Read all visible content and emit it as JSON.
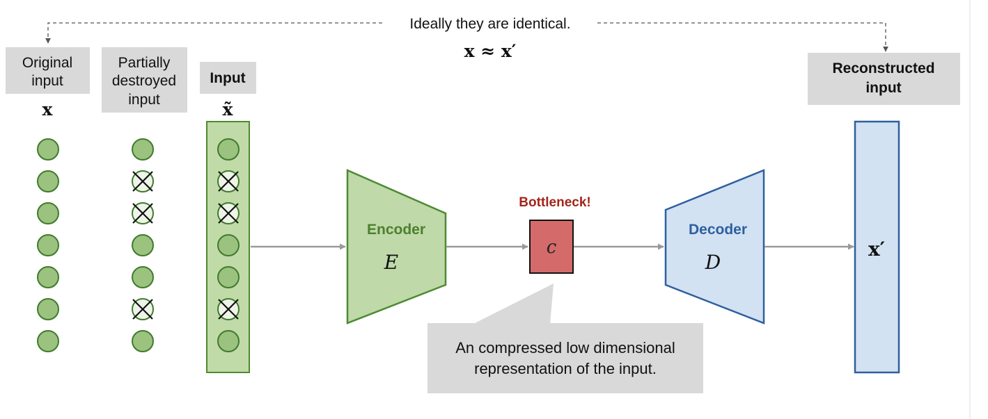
{
  "top_note": {
    "text": "Ideally they are identical.",
    "formula": "x ≈ x′"
  },
  "columns": {
    "original": {
      "label_lines": [
        "Original",
        "input"
      ],
      "symbol": "x",
      "nodes": [
        "kept",
        "kept",
        "kept",
        "kept",
        "kept",
        "kept",
        "kept"
      ]
    },
    "partial": {
      "label_lines": [
        "Partially",
        "destroyed",
        "input"
      ],
      "nodes": [
        "kept",
        "dropped",
        "dropped",
        "kept",
        "kept",
        "dropped",
        "kept"
      ]
    },
    "input": {
      "label": "Input",
      "symbol": "x̃",
      "nodes": [
        "kept",
        "dropped",
        "dropped",
        "kept",
        "kept",
        "dropped",
        "kept"
      ]
    }
  },
  "encoder": {
    "label": "Encoder",
    "symbol": "E"
  },
  "bottleneck": {
    "label": "Bottleneck!",
    "symbol": "c"
  },
  "callout": {
    "lines": [
      "An compressed low dimensional",
      "representation of the input."
    ]
  },
  "decoder": {
    "label": "Decoder",
    "symbol": "D"
  },
  "output": {
    "label_lines": [
      "Reconstructed",
      "input"
    ],
    "symbol": "x′"
  },
  "colors": {
    "node_fill": "#9bc27e",
    "node_stroke": "#3f7a2d",
    "input_bar_fill": "#c0dba7",
    "encoder_fill": "#bfd9a9",
    "encoder_stroke": "#4d8a33",
    "encoder_text": "#4d7f2f",
    "bottleneck_fill": "#d46b6a",
    "bottleneck_text": "#a3241a",
    "decoder_fill": "#d2e2f2",
    "decoder_stroke": "#2f5f9f",
    "decoder_text": "#2f5f9f",
    "label_box": "#d9d9d9",
    "arrow": "#9a9a9a"
  }
}
